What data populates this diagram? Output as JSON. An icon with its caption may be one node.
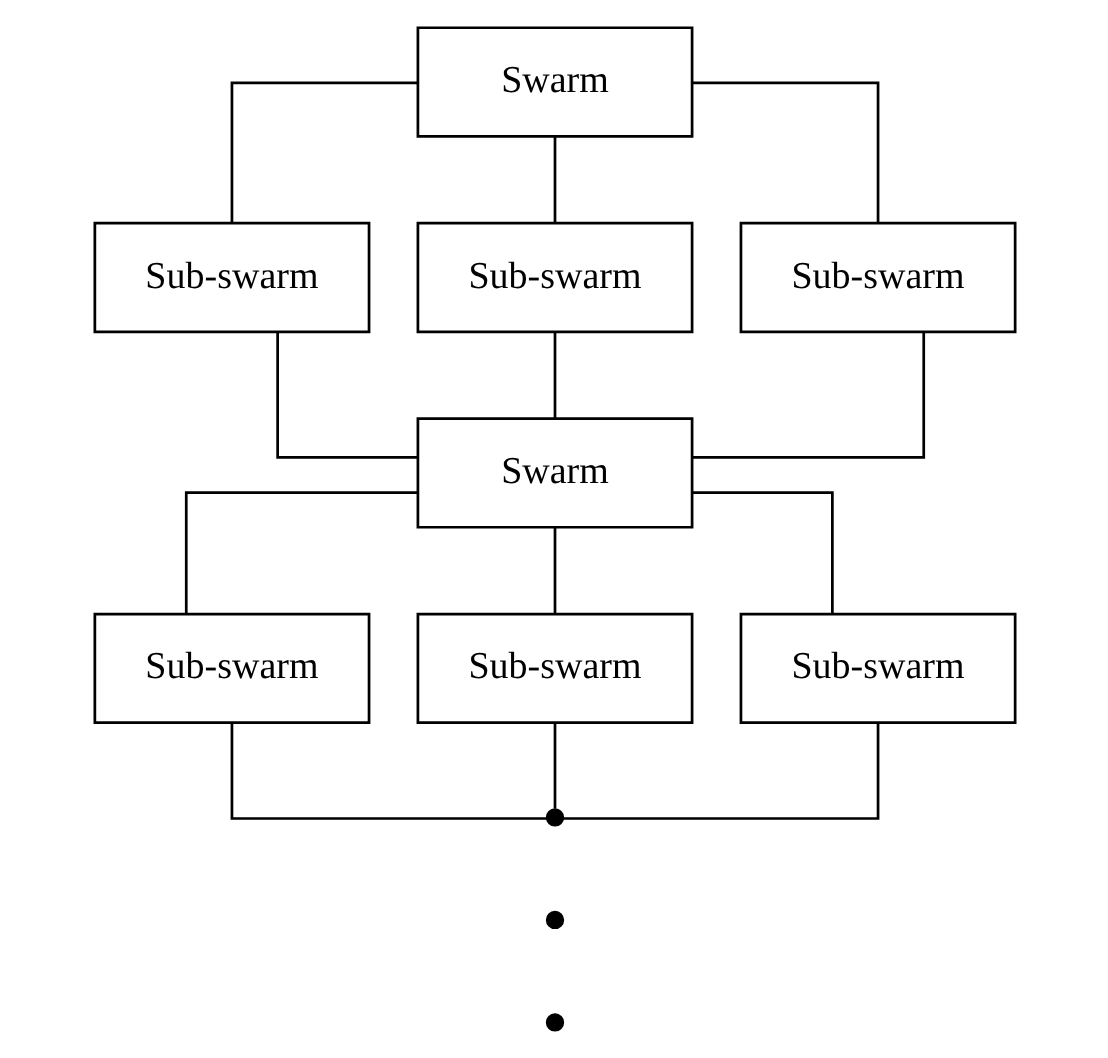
{
  "diagram": {
    "nodes": [
      {
        "text": [
          "Swarm"
        ]
      },
      {
        "text": [
          "Sub-swarm"
        ]
      },
      {
        "text": [
          "Sub-swarm"
        ]
      },
      {
        "text": [
          "Sub-swarm"
        ]
      },
      {
        "text": [
          "Swarm"
        ]
      },
      {
        "text": [
          "Sub-swarm"
        ]
      },
      {
        "text": [
          "Sub-swarm"
        ]
      },
      {
        "text": [
          "Sub-swarm"
        ]
      },
      {
        "text": [],
        "shape": "dots"
      }
    ],
    "edges": [
      {
        "from": 0,
        "to": 1,
        "arrow": "none"
      },
      {
        "from": 0,
        "to": 2,
        "arrow": "none"
      },
      {
        "from": 0,
        "to": 3,
        "arrow": "none"
      },
      {
        "from": 1,
        "to": 4,
        "arrow": "none"
      },
      {
        "from": 2,
        "to": 4,
        "arrow": "none"
      },
      {
        "from": 3,
        "to": 4,
        "arrow": "none"
      },
      {
        "from": 4,
        "to": 5,
        "arrow": "none"
      },
      {
        "from": 4,
        "to": 6,
        "arrow": "none"
      },
      {
        "from": 4,
        "to": 7,
        "arrow": "none"
      },
      {
        "from": 5,
        "to": 8,
        "arrow": "none"
      },
      {
        "from": 6,
        "to": 8,
        "arrow": "none"
      },
      {
        "from": 7,
        "to": 8,
        "arrow": "none"
      }
    ]
  }
}
